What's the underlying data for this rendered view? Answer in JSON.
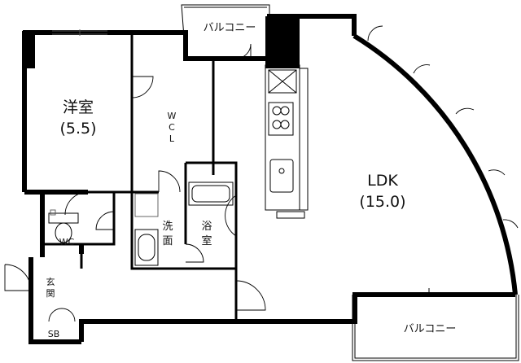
{
  "rooms": {
    "western_room": {
      "name": "洋室",
      "size": "(5.5)"
    },
    "wcl": {
      "name": "W\nC\nL",
      "chars": [
        "W",
        "C",
        "L"
      ]
    },
    "ldk": {
      "name": "LDK",
      "size": "(15.0)"
    },
    "washroom": {
      "chars": [
        "洗",
        "面"
      ]
    },
    "bathroom": {
      "chars": [
        "浴",
        "室"
      ]
    },
    "toilet": {
      "name": "WC"
    },
    "entrance": {
      "chars": [
        "玄",
        "関"
      ]
    },
    "shoebox": {
      "name": "SB"
    }
  },
  "balconies": {
    "north": {
      "label": "バルコニー"
    },
    "south": {
      "label": "バルコニー"
    }
  }
}
